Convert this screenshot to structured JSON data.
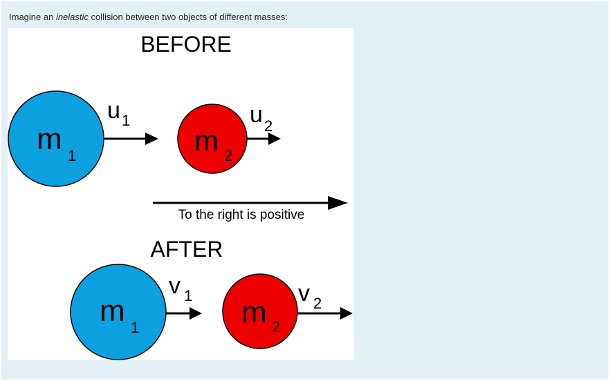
{
  "intro": {
    "before": "Imagine an ",
    "emphasis": "inelastic",
    "after": " collision between two objects of different masses:"
  },
  "diagram": {
    "before_heading": "BEFORE",
    "after_heading": "AFTER",
    "mass_symbol": "m",
    "velocity_initial_symbol": "u",
    "velocity_final_symbol": "v",
    "subscript_1": "1",
    "subscript_2": "2",
    "direction_caption": "To the right is positive",
    "colors": {
      "mass_1": "#0da0e0",
      "mass_2": "#ee0000",
      "outline": "#000000",
      "arrow": "#000000"
    }
  }
}
